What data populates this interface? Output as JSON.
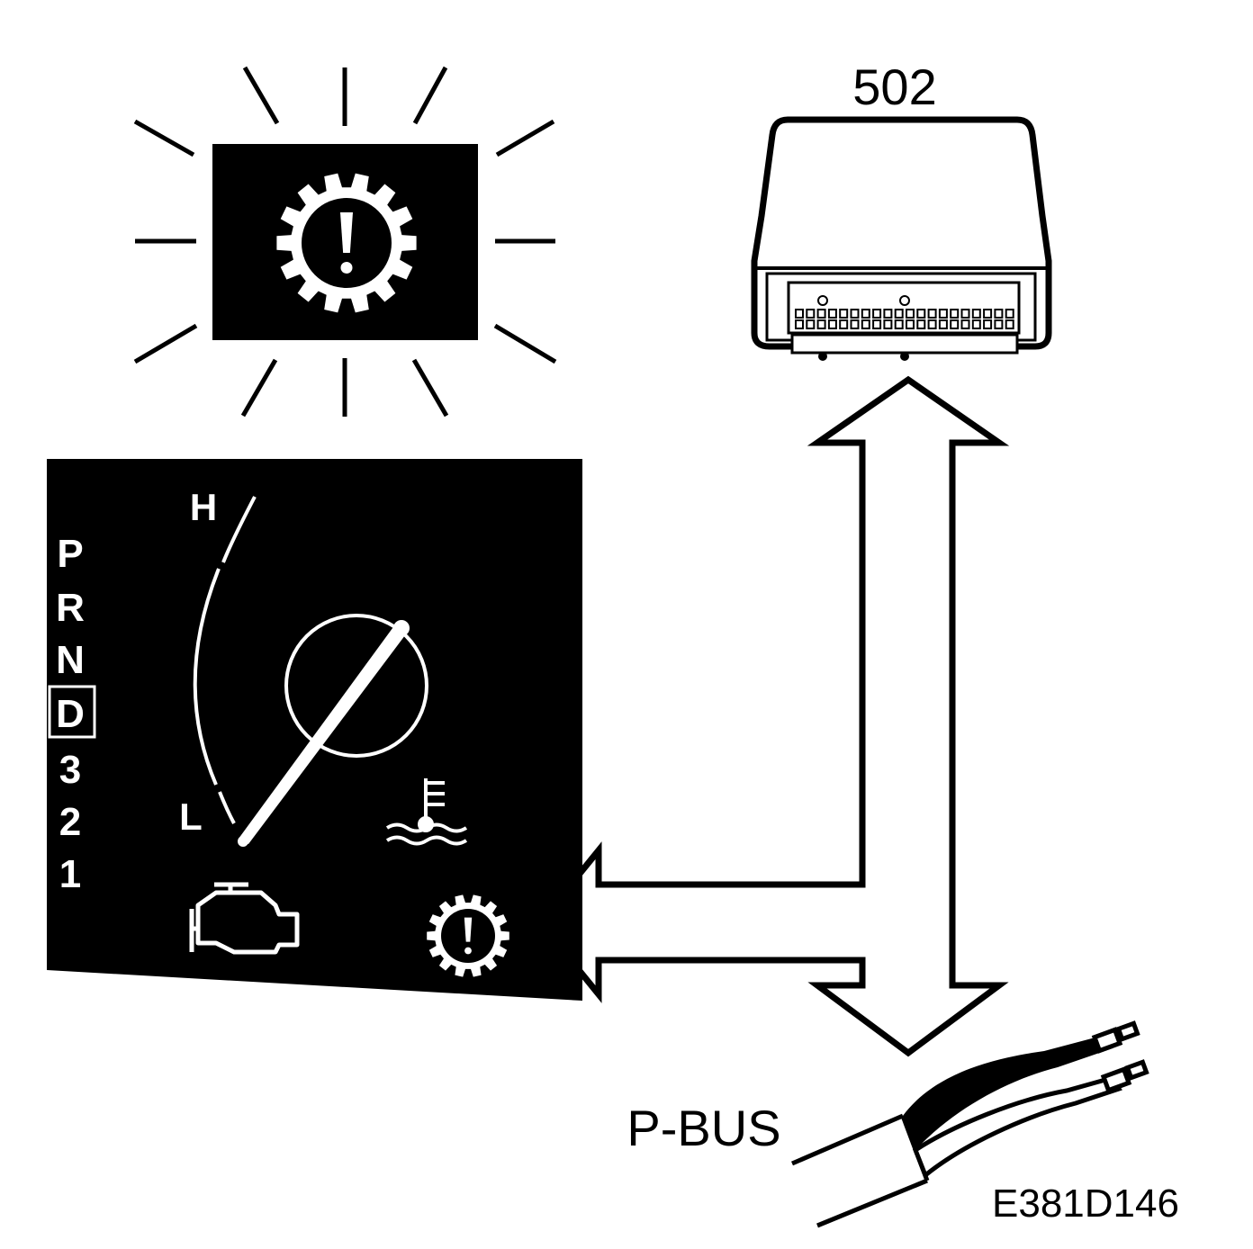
{
  "labels": {
    "module_number": "502",
    "bus_name": "P-BUS",
    "figure_code": "E381D146"
  },
  "gauge": {
    "high_label": "H",
    "low_label": "L"
  },
  "gear_selector": {
    "positions": [
      "P",
      "R",
      "N",
      "D",
      "3",
      "2",
      "1"
    ],
    "selected": "D"
  },
  "colors": {
    "ink": "#000000",
    "paper": "#ffffff"
  },
  "icons": {
    "warning": "gear-exclamation-icon",
    "engine": "check-engine-icon",
    "coolant": "coolant-temperature-icon"
  }
}
